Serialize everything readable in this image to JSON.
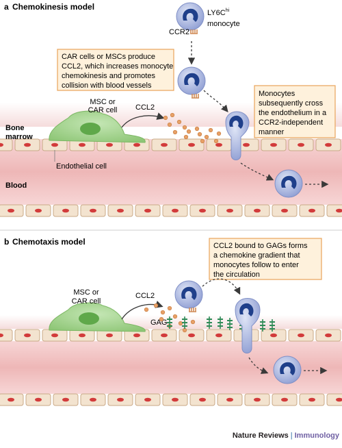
{
  "panel_a": {
    "letter": "a",
    "title": "Chemokinesis model",
    "ly6c_main": "LY6C",
    "ly6c_sup": "hi",
    "ly6c_line2": "monocyte",
    "ccr2": "CCR2",
    "box1": [
      "CAR cells or MSCs produce",
      "CCL2, which increases monocyte",
      "chemokinesis and promotes",
      "collision with  blood vessels"
    ],
    "box2": [
      "Monocytes",
      "subsequently cross",
      "the endothelium in a",
      "CCR2-independent",
      "manner"
    ],
    "msc": [
      "MSC or",
      "CAR cell"
    ],
    "ccl2": "CCL2",
    "bone_marrow": [
      "Bone",
      "marrow"
    ],
    "endothelial": "Endothelial cell",
    "blood": "Blood"
  },
  "panel_b": {
    "letter": "b",
    "title": "Chemotaxis model",
    "box": [
      "CCL2 bound to GAGs forms",
      "a chemokine gradient that",
      "monocytes follow to enter",
      "the circulation"
    ],
    "msc": [
      "MSC or",
      "CAR cell"
    ],
    "ccl2": "CCL2",
    "gag": "GAG"
  },
  "footer": {
    "journal": "Nature Reviews",
    "separator": "|",
    "section": "Immunology"
  },
  "colors": {
    "cell_band": "#f3e3cf",
    "blood": "#f2c7c7",
    "nucleus": "#d23b3b",
    "msc": "#9fd08a",
    "monocyte": "#a9b4dd",
    "monocyte_nucleus": "#1f3f8a",
    "chemokine": "#e7a067",
    "gag": "#2e8b57",
    "box_fill": "#fef1dc",
    "box_stroke": "#e8a45a"
  }
}
